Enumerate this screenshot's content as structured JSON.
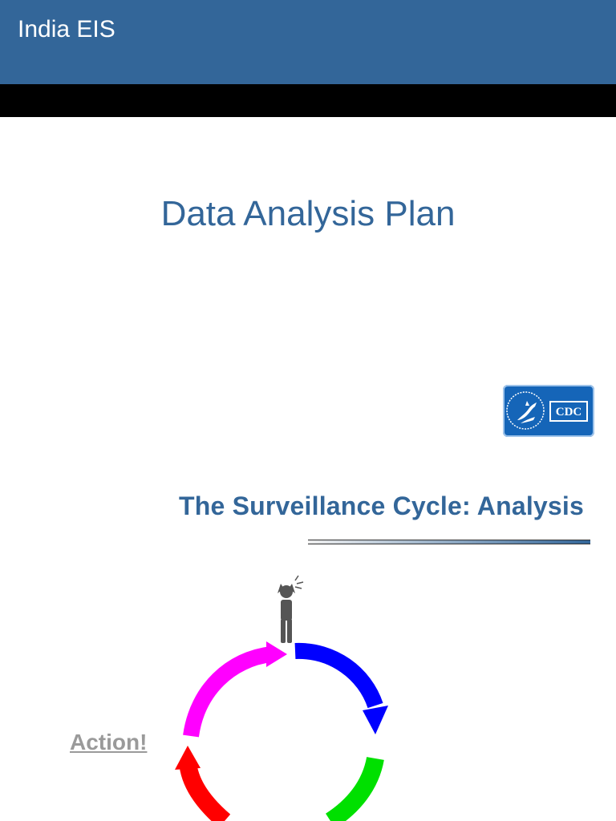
{
  "header": {
    "title": "India EIS"
  },
  "slide1": {
    "title": "Data Analysis Plan",
    "logo_text": "CDC"
  },
  "slide2": {
    "title": "The Surveillance Cycle: Analysis",
    "action_label": "Action!"
  },
  "colors": {
    "brand_blue": "#336699",
    "arrow_blue": "#0000ff",
    "arrow_green": "#00e000",
    "arrow_red": "#ff0000",
    "arrow_magenta": "#ff00ff",
    "person_gray": "#555555"
  },
  "icons": [
    "cdc-logo-icon",
    "stressed-person-icon"
  ]
}
